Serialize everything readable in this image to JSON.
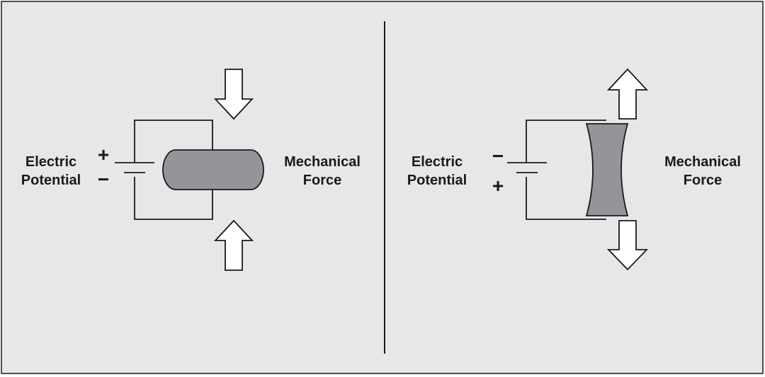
{
  "left_panel": {
    "electric_line1": "Electric",
    "electric_line2": "Potential",
    "top_sign": "+",
    "bottom_sign": "−",
    "mechanical_line1": "Mechanical",
    "mechanical_line2": "Force",
    "force_direction": "compression"
  },
  "right_panel": {
    "electric_line1": "Electric",
    "electric_line2": "Potential",
    "top_sign": "−",
    "bottom_sign": "+",
    "mechanical_line1": "Mechanical",
    "mechanical_line2": "Force",
    "force_direction": "tension"
  },
  "colors": {
    "background": "#e6e7e8",
    "element_fill": "#939598",
    "stroke": "#1a1a1a",
    "arrow_fill": "#ffffff"
  }
}
